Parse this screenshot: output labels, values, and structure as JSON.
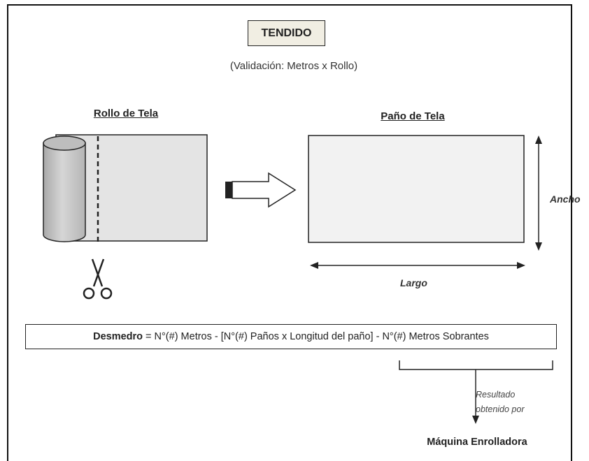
{
  "title": "TENDIDO",
  "subtitle": "(Validación: Metros x Rollo)",
  "roll": {
    "heading": "Rollo de Tela"
  },
  "pano": {
    "heading": "Paño de Tela",
    "width_label": "Ancho",
    "length_label": "Largo"
  },
  "formula": {
    "term": "Desmedro",
    "expression": " = N°(#) Metros - [N°(#) Paños x Longitud del paño] - N°(#) Metros Sobrantes"
  },
  "result_note": {
    "line1": "Resultado",
    "line2": "obtenido por"
  },
  "machine": "Máquina Enrolladora",
  "colors": {
    "roll_fill": "#c9c9c9",
    "sheet_fill": "#f2f2f2",
    "title_fill": "#f1eee3",
    "stroke": "#222222"
  },
  "icons": [
    "scissors-icon",
    "hollow-arrow-icon"
  ]
}
